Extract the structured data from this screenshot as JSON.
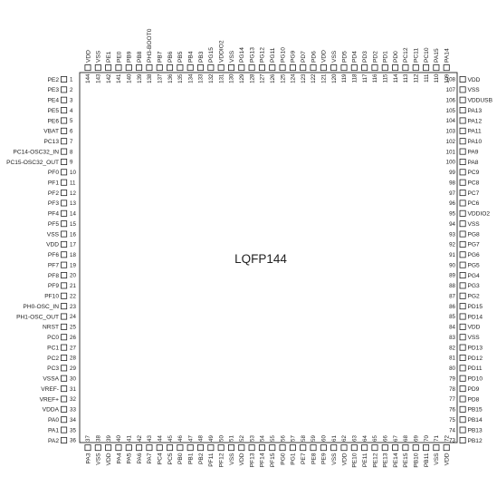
{
  "chip": {
    "label": "LQFP144",
    "pins": {
      "left": [
        {
          "n": "1",
          "name": "PE2"
        },
        {
          "n": "2",
          "name": "PE3"
        },
        {
          "n": "3",
          "name": "PE4"
        },
        {
          "n": "4",
          "name": "PE5"
        },
        {
          "n": "5",
          "name": "PE6"
        },
        {
          "n": "6",
          "name": "VBAT"
        },
        {
          "n": "7",
          "name": "PC13"
        },
        {
          "n": "8",
          "name": "PC14-OSC32_IN"
        },
        {
          "n": "9",
          "name": "PC15-OSC32_OUT"
        },
        {
          "n": "10",
          "name": "PF0"
        },
        {
          "n": "11",
          "name": "PF1"
        },
        {
          "n": "12",
          "name": "PF2"
        },
        {
          "n": "13",
          "name": "PF3"
        },
        {
          "n": "14",
          "name": "PF4"
        },
        {
          "n": "15",
          "name": "PF5"
        },
        {
          "n": "16",
          "name": "VSS"
        },
        {
          "n": "17",
          "name": "VDD"
        },
        {
          "n": "18",
          "name": "PF6"
        },
        {
          "n": "19",
          "name": "PF7"
        },
        {
          "n": "20",
          "name": "PF8"
        },
        {
          "n": "21",
          "name": "PF9"
        },
        {
          "n": "22",
          "name": "PF10"
        },
        {
          "n": "23",
          "name": "PH0-OSC_IN"
        },
        {
          "n": "24",
          "name": "PH1-OSC_OUT"
        },
        {
          "n": "25",
          "name": "NRST"
        },
        {
          "n": "26",
          "name": "PC0"
        },
        {
          "n": "27",
          "name": "PC1"
        },
        {
          "n": "28",
          "name": "PC2"
        },
        {
          "n": "29",
          "name": "PC3"
        },
        {
          "n": "30",
          "name": "VSSA"
        },
        {
          "n": "31",
          "name": "VREF-"
        },
        {
          "n": "32",
          "name": "VREF+"
        },
        {
          "n": "33",
          "name": "VDDA"
        },
        {
          "n": "34",
          "name": "PA0"
        },
        {
          "n": "35",
          "name": "PA1"
        },
        {
          "n": "36",
          "name": "PA2"
        }
      ],
      "bottom": [
        {
          "n": "37",
          "name": "PA3"
        },
        {
          "n": "38",
          "name": "VSS"
        },
        {
          "n": "39",
          "name": "VDD"
        },
        {
          "n": "40",
          "name": "PA4"
        },
        {
          "n": "41",
          "name": "PA5"
        },
        {
          "n": "42",
          "name": "PA6"
        },
        {
          "n": "43",
          "name": "PA7"
        },
        {
          "n": "44",
          "name": "PC4"
        },
        {
          "n": "45",
          "name": "PC5"
        },
        {
          "n": "46",
          "name": "PB0"
        },
        {
          "n": "47",
          "name": "PB1"
        },
        {
          "n": "48",
          "name": "PB2"
        },
        {
          "n": "49",
          "name": "PF11"
        },
        {
          "n": "50",
          "name": "PF12"
        },
        {
          "n": "51",
          "name": "VSS"
        },
        {
          "n": "52",
          "name": "VDD"
        },
        {
          "n": "53",
          "name": "PF13"
        },
        {
          "n": "54",
          "name": "PF14"
        },
        {
          "n": "55",
          "name": "PF15"
        },
        {
          "n": "56",
          "name": "PG0"
        },
        {
          "n": "57",
          "name": "PG1"
        },
        {
          "n": "58",
          "name": "PE7"
        },
        {
          "n": "59",
          "name": "PE8"
        },
        {
          "n": "60",
          "name": "PE9"
        },
        {
          "n": "61",
          "name": "VSS"
        },
        {
          "n": "62",
          "name": "VDD"
        },
        {
          "n": "63",
          "name": "PE10"
        },
        {
          "n": "64",
          "name": "PE11"
        },
        {
          "n": "65",
          "name": "PE12"
        },
        {
          "n": "66",
          "name": "PE13"
        },
        {
          "n": "67",
          "name": "PE14"
        },
        {
          "n": "68",
          "name": "PE15"
        },
        {
          "n": "69",
          "name": "PB10"
        },
        {
          "n": "70",
          "name": "PB11"
        },
        {
          "n": "71",
          "name": "VSS"
        },
        {
          "n": "72",
          "name": "VDD"
        }
      ],
      "right": [
        {
          "n": "108",
          "name": "VDD"
        },
        {
          "n": "107",
          "name": "VSS"
        },
        {
          "n": "106",
          "name": "VDDUSB"
        },
        {
          "n": "105",
          "name": "PA13"
        },
        {
          "n": "104",
          "name": "PA12"
        },
        {
          "n": "103",
          "name": "PA11"
        },
        {
          "n": "102",
          "name": "PA10"
        },
        {
          "n": "101",
          "name": "PA9"
        },
        {
          "n": "100",
          "name": "PA8"
        },
        {
          "n": "99",
          "name": "PC9"
        },
        {
          "n": "98",
          "name": "PC8"
        },
        {
          "n": "97",
          "name": "PC7"
        },
        {
          "n": "96",
          "name": "PC6"
        },
        {
          "n": "95",
          "name": "VDDIO2"
        },
        {
          "n": "94",
          "name": "VSS"
        },
        {
          "n": "93",
          "name": "PG8"
        },
        {
          "n": "92",
          "name": "PG7"
        },
        {
          "n": "91",
          "name": "PG6"
        },
        {
          "n": "90",
          "name": "PG5"
        },
        {
          "n": "89",
          "name": "PG4"
        },
        {
          "n": "88",
          "name": "PG3"
        },
        {
          "n": "87",
          "name": "PG2"
        },
        {
          "n": "86",
          "name": "PD15"
        },
        {
          "n": "85",
          "name": "PD14"
        },
        {
          "n": "84",
          "name": "VDD"
        },
        {
          "n": "83",
          "name": "VSS"
        },
        {
          "n": "82",
          "name": "PD13"
        },
        {
          "n": "81",
          "name": "PD12"
        },
        {
          "n": "80",
          "name": "PD11"
        },
        {
          "n": "79",
          "name": "PD10"
        },
        {
          "n": "78",
          "name": "PD9"
        },
        {
          "n": "77",
          "name": "PD8"
        },
        {
          "n": "76",
          "name": "PB15"
        },
        {
          "n": "75",
          "name": "PB14"
        },
        {
          "n": "74",
          "name": "PB13"
        },
        {
          "n": "73",
          "name": "PB12"
        }
      ],
      "top": [
        {
          "n": "144",
          "name": "VDD"
        },
        {
          "n": "143",
          "name": "VSS"
        },
        {
          "n": "142",
          "name": "PE1"
        },
        {
          "n": "141",
          "name": "PE0"
        },
        {
          "n": "140",
          "name": "PB9"
        },
        {
          "n": "139",
          "name": "PB8"
        },
        {
          "n": "138",
          "name": "PH3-BOOT0"
        },
        {
          "n": "137",
          "name": "PB7"
        },
        {
          "n": "136",
          "name": "PB6"
        },
        {
          "n": "135",
          "name": "PB5"
        },
        {
          "n": "134",
          "name": "PB4"
        },
        {
          "n": "133",
          "name": "PB3"
        },
        {
          "n": "132",
          "name": "PG15"
        },
        {
          "n": "131",
          "name": "VDDIO2"
        },
        {
          "n": "130",
          "name": "VSS"
        },
        {
          "n": "129",
          "name": "PG14"
        },
        {
          "n": "128",
          "name": "PG13"
        },
        {
          "n": "127",
          "name": "PG12"
        },
        {
          "n": "126",
          "name": "PG11"
        },
        {
          "n": "125",
          "name": "PG10"
        },
        {
          "n": "124",
          "name": "PG9"
        },
        {
          "n": "123",
          "name": "PD7"
        },
        {
          "n": "122",
          "name": "PD6"
        },
        {
          "n": "121",
          "name": "VDD"
        },
        {
          "n": "120",
          "name": "VSS"
        },
        {
          "n": "119",
          "name": "PD5"
        },
        {
          "n": "118",
          "name": "PD4"
        },
        {
          "n": "117",
          "name": "PD3"
        },
        {
          "n": "116",
          "name": "PD2"
        },
        {
          "n": "115",
          "name": "PD1"
        },
        {
          "n": "114",
          "name": "PD0"
        },
        {
          "n": "113",
          "name": "PC12"
        },
        {
          "n": "112",
          "name": "PC11"
        },
        {
          "n": "111",
          "name": "PC10"
        },
        {
          "n": "110",
          "name": "PA15"
        },
        {
          "n": "109",
          "name": "PA14"
        }
      ]
    }
  }
}
